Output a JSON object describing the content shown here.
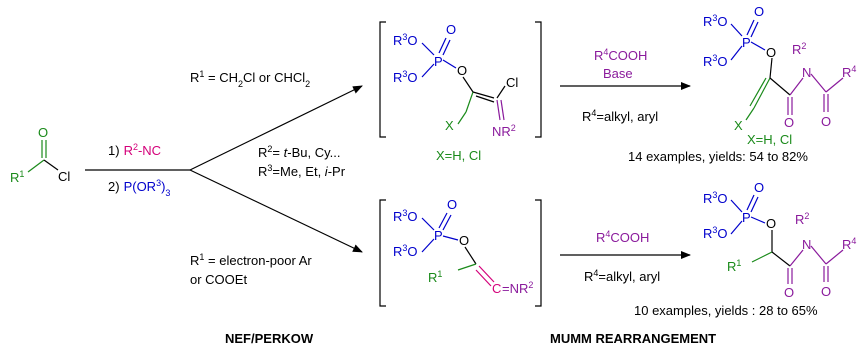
{
  "colors": {
    "black": "#000000",
    "green": "#1a8a1a",
    "blue": "#0000cc",
    "magenta": "#d4007a",
    "purple": "#8a1a9c"
  },
  "start": {
    "r": "R",
    "sup1": "1",
    "o": "O",
    "cl": "Cl"
  },
  "reagents": {
    "step1_num": "1)",
    "step1_r": "R",
    "step1_sup": "2",
    "step1_nc": "-NC",
    "step2_num": "2)",
    "step2_p": "P(OR",
    "step2_sup": "3",
    "step2_close": ")",
    "step2_sub": "3"
  },
  "conditions": {
    "upper_r1": "R",
    "upper_sup1": "1",
    "upper_eq": " = CH",
    "upper_sub2": "2",
    "upper_cl": "Cl or CHCl",
    "upper_sub2b": "2",
    "r2_r": "R",
    "r2_sup": "2",
    "r2_eq": "= ",
    "r2_tbu": "t",
    "r2_rest": "-Bu, Cy...",
    "r3_r": "R",
    "r3_sup": "3",
    "r3_eq": "=Me, Et, ",
    "r3_i": "i",
    "r3_rest": "-Pr",
    "lower_r1": "R",
    "lower_sup1": "1",
    "lower_line1": " = electron-poor Ar",
    "lower_line2": "or COOEt"
  },
  "upper_intermediate": {
    "r3a": "R",
    "sup3a": "3",
    "o_a": "O",
    "r3b": "R",
    "sup3b": "3",
    "o_b": "O",
    "p": "P",
    "o_dbl": "O",
    "o_link": "O",
    "cl": "Cl",
    "nr": "NR",
    "sup2": "2",
    "x": "X",
    "xlabel": "X=H, Cl"
  },
  "lower_intermediate": {
    "r3a": "R",
    "sup3a": "3",
    "o_a": "O",
    "r3b": "R",
    "sup3b": "3",
    "o_b": "O",
    "p": "P",
    "o_dbl": "O",
    "o_link": "O",
    "r1": "R",
    "sup1": "1",
    "c": "C",
    "nr": "=NR",
    "sup2": "2"
  },
  "upper_step": {
    "reagent_r": "R",
    "reagent_sup": "4",
    "reagent_rest": "COOH",
    "base": "Base",
    "r4_r": "R",
    "r4_sup": "4",
    "r4_rest": "=alkyl, aryl"
  },
  "lower_step": {
    "reagent_r": "R",
    "reagent_sup": "4",
    "reagent_rest": "COOH",
    "r4_r": "R",
    "r4_sup": "4",
    "r4_rest": "=alkyl, aryl"
  },
  "upper_product": {
    "r3a": "R",
    "sup3a": "3",
    "o_a": "O",
    "r3b": "R",
    "sup3b": "3",
    "o_b": "O",
    "p": "P",
    "o_dbl": "O",
    "o_link": "O",
    "r2": "R",
    "sup2": "2",
    "n": "N",
    "r4": "R",
    "sup4": "4",
    "o1": "O",
    "o2": "O",
    "x": "X",
    "xlabel": "X=H, Cl",
    "examples": "14 examples, yields: 54 to 82%"
  },
  "lower_product": {
    "r3a": "R",
    "sup3a": "3",
    "o_a": "O",
    "r3b": "R",
    "sup3b": "3",
    "o_b": "O",
    "p": "P",
    "o_dbl": "O",
    "o_link": "O",
    "r1": "R",
    "sup1": "1",
    "r2": "R",
    "sup2": "2",
    "n": "N",
    "r4": "R",
    "sup4": "4",
    "o1": "O",
    "o2": "O",
    "examples": "10 examples, yields : 28 to 65%"
  },
  "footer": {
    "left": "NEF/PERKOW",
    "right": "MUMM REARRANGEMENT"
  }
}
